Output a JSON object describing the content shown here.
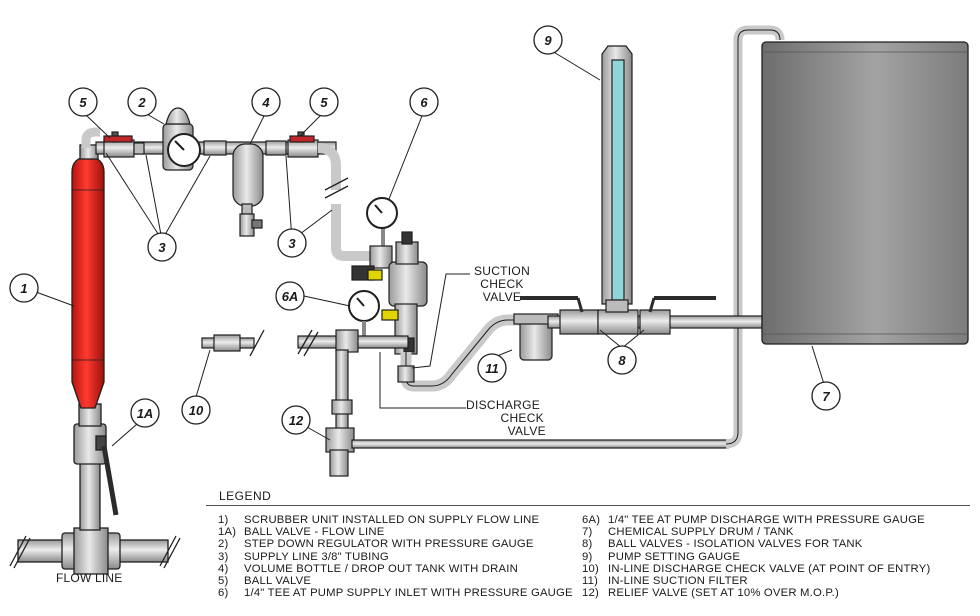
{
  "callouts": {
    "c1": "1",
    "c1a": "1A",
    "c2": "2",
    "c3a": "3",
    "c3b": "3",
    "c4": "4",
    "c5a": "5",
    "c5b": "5",
    "c6": "6",
    "c6a": "6A",
    "c7": "7",
    "c8": "8",
    "c9": "9",
    "c10": "10",
    "c11": "11",
    "c12": "12"
  },
  "labels": {
    "suction": [
      "SUCTION",
      "CHECK",
      "VALVE"
    ],
    "discharge": [
      "DISCHARGE",
      "CHECK",
      "VALVE"
    ],
    "flow_line": "FLOW LINE"
  },
  "legend": {
    "title": "LEGEND",
    "left": [
      {
        "k": "1)",
        "v": "SCRUBBER UNIT INSTALLED ON SUPPLY FLOW LINE"
      },
      {
        "k": "1A)",
        "v": "BALL VALVE - FLOW LINE"
      },
      {
        "k": "2)",
        "v": "STEP DOWN REGULATOR WITH PRESSURE GAUGE"
      },
      {
        "k": "3)",
        "v": "SUPPLY LINE 3/8\" TUBING"
      },
      {
        "k": "4)",
        "v": "VOLUME BOTTLE / DROP OUT TANK WITH DRAIN"
      },
      {
        "k": "5)",
        "v": "BALL VALVE"
      },
      {
        "k": "6)",
        "v": "1/4\" TEE AT PUMP SUPPLY INLET WITH PRESSURE GAUGE"
      }
    ],
    "right": [
      {
        "k": "6A)",
        "v": "1/4\" TEE AT PUMP DISCHARGE WITH PRESSURE GAUGE"
      },
      {
        "k": "7)",
        "v": "CHEMICAL SUPPLY DRUM / TANK"
      },
      {
        "k": "8)",
        "v": "BALL VALVES - ISOLATION VALVES FOR TANK"
      },
      {
        "k": "9)",
        "v": "PUMP SETTING GAUGE"
      },
      {
        "k": "10)",
        "v": "IN-LINE DISCHARGE CHECK VALVE (AT POINT OF ENTRY)"
      },
      {
        "k": "11)",
        "v": "IN-LINE SUCTION FILTER"
      },
      {
        "k": "12)",
        "v": "RELIEF VALVE (SET AT 10% OVER M.O.P.)"
      }
    ]
  },
  "colors": {
    "scrubber": "#e8231d",
    "tank": "#8f8f8f",
    "pipe": "#c9c9c9",
    "sight_glass": "#8fd6d6",
    "valve_handle": "#c0262a",
    "outline": "#1f1f1f"
  }
}
